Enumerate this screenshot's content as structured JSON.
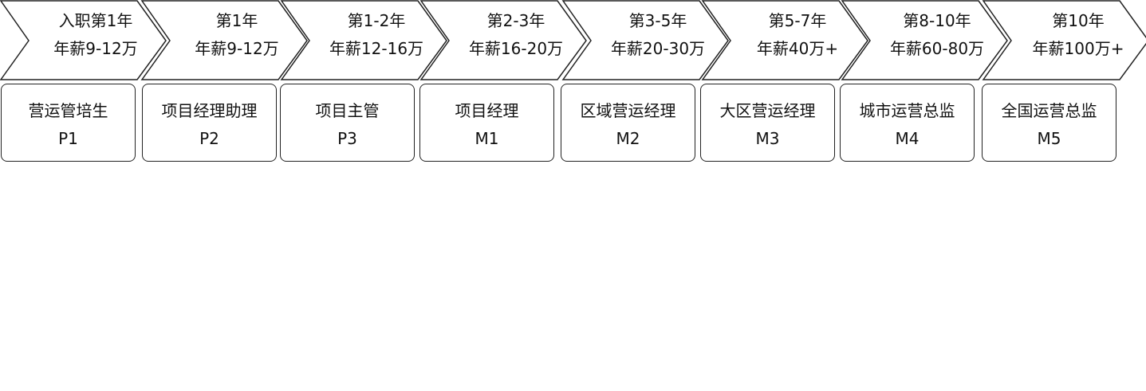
{
  "stages": [
    {
      "period": "入职第1年",
      "salary": "年薪9-12万",
      "role": "营运管培生",
      "level": "P1"
    },
    {
      "period": "第1年",
      "salary": "年薪9-12万",
      "role": "项目经理助理",
      "level": "P2"
    },
    {
      "period": "第1-2年",
      "salary": "年薪12-16万",
      "role": "项目主管",
      "level": "P3"
    },
    {
      "period": "第2-3年",
      "salary": "年薪16-20万",
      "role": "项目经理",
      "level": "M1"
    },
    {
      "period": "第3-5年",
      "salary": "年薪20-30万",
      "role": "区域营运经理",
      "level": "M2"
    },
    {
      "period": "第5-7年",
      "salary": "年薪40万+",
      "role": "大区营运经理",
      "level": "M3"
    },
    {
      "period": "第8-10年",
      "salary": "年薪60-80万",
      "role": "城市运营总监",
      "level": "M4"
    },
    {
      "period": "第10年",
      "salary": "年薪100万+",
      "role": "全国运营总监",
      "level": "M5"
    }
  ]
}
